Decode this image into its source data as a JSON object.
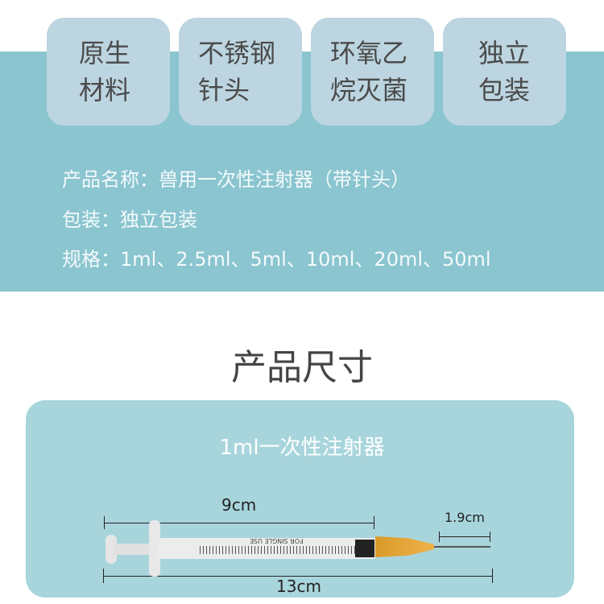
{
  "features": [
    {
      "line1": "原生",
      "line2": "材料"
    },
    {
      "line1": "不锈钢",
      "line2": "针头"
    },
    {
      "line1": "环氧乙",
      "line2": "烷灭菌"
    },
    {
      "line1": "独立",
      "line2": "包装"
    }
  ],
  "info": {
    "name": "产品名称：兽用一次性注射器（带针头）",
    "package": "包装：独立包装",
    "spec": "规格：1ml、2.5ml、5ml、10ml、20ml、50ml"
  },
  "section_title": "产品尺寸",
  "product": {
    "subtitle": "1ml一次性注射器",
    "barrel_text": "FOR SINGLE USE",
    "dim_barrel": "9cm",
    "dim_needle": "1.9cm",
    "dim_total": "13cm"
  }
}
